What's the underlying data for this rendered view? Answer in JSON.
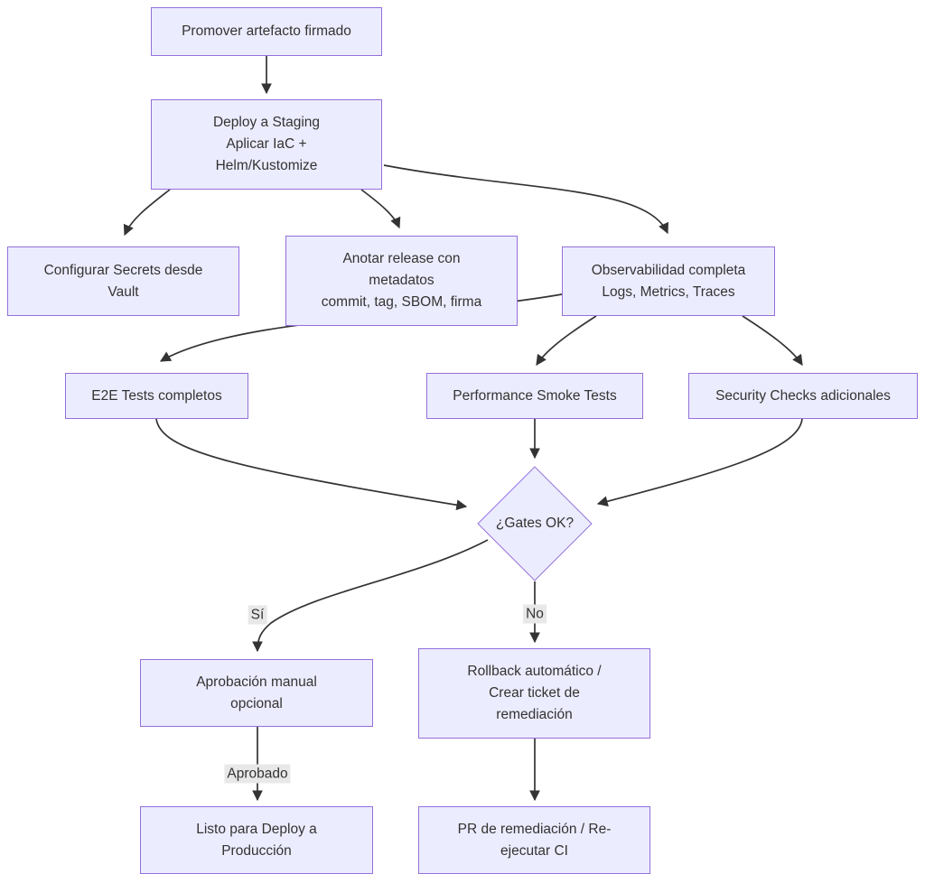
{
  "diagram": {
    "type": "flowchart",
    "colors": {
      "background": "#ffffff",
      "node_fill": "#ECECFF",
      "node_border": "#9370DB",
      "text": "#333333",
      "edge": "#333333",
      "edge_label_bg": "#e8e8e8"
    },
    "nodes": {
      "promover": {
        "lines": [
          "Promover artefacto firmado"
        ]
      },
      "deploy": {
        "lines": [
          "Deploy a Staging",
          "Aplicar IaC +",
          "Helm/Kustomize"
        ]
      },
      "configurar": {
        "lines": [
          "Configurar Secrets desde",
          "Vault"
        ]
      },
      "anotar": {
        "lines": [
          "Anotar release con",
          "metadatos",
          "commit, tag, SBOM, firma"
        ]
      },
      "observabilidad": {
        "lines": [
          "Observabilidad completa",
          "Logs, Metrics, Traces"
        ]
      },
      "e2e": {
        "lines": [
          "E2E Tests completos"
        ]
      },
      "performance": {
        "lines": [
          "Performance Smoke Tests"
        ]
      },
      "security": {
        "lines": [
          "Security Checks adicionales"
        ]
      },
      "gates": {
        "lines": [
          "¿Gates OK?"
        ]
      },
      "aprobacion": {
        "lines": [
          "Aprobación manual",
          "opcional"
        ]
      },
      "rollback": {
        "lines": [
          "Rollback automático /",
          "Crear ticket de",
          "remediación"
        ]
      },
      "listo": {
        "lines": [
          "Listo para Deploy a",
          "Producción"
        ]
      },
      "pr": {
        "lines": [
          "PR de remediación / Re-",
          "ejecutar CI"
        ]
      }
    },
    "edge_labels": {
      "si": "Sí",
      "no": "No",
      "aprobado": "Aprobado"
    }
  }
}
